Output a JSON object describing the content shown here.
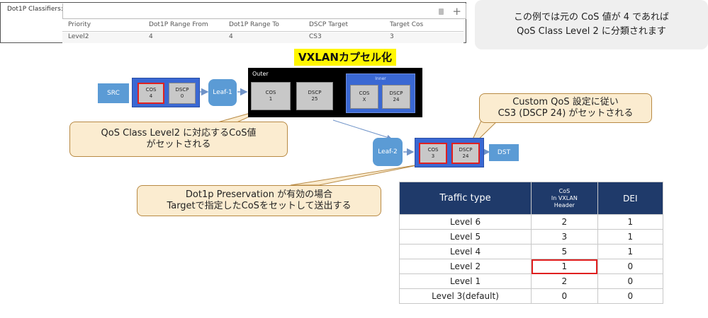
{
  "classifier_panel": {
    "title": "Dot1P Classifiers:",
    "columns": [
      "Priority",
      "Dot1P Range From",
      "Dot1P Range To",
      "DSCP Target",
      "Target Cos"
    ],
    "row": [
      "Level2",
      "4",
      "4",
      "CS3",
      "3"
    ],
    "icons": [
      "trash-icon",
      "plus-icon"
    ]
  },
  "note": {
    "line1": "この例では元の CoS 値が 4 であれば",
    "line2": "QoS Class Level 2 に分類されます"
  },
  "diagram": {
    "title": "VXLANカプセル化",
    "src_label": "SRC",
    "leaf1_label": "Leaf-1",
    "leaf2_label": "Leaf-2",
    "dst_label": "DST",
    "src_packet": {
      "cos": "COS",
      "cos_val": "4",
      "dscp": "DSCP",
      "dscp_val": "0"
    },
    "outer_label": "Outer",
    "outer_fields": {
      "cos": "COS",
      "cos_val": "1",
      "dscp": "DSCP",
      "dscp_val": "25"
    },
    "inner_label": "Inner",
    "inner_fields": {
      "cos": "COS",
      "cos_val": "X",
      "dscp": "DSCP",
      "dscp_val": "24"
    },
    "dst_packet": {
      "cos": "COS",
      "cos_val": "3",
      "dscp": "DSCP",
      "dscp_val": "24"
    },
    "colors": {
      "node": "#5b9bd5",
      "packet": "#3a68d3",
      "highlight": "#e02020",
      "title_bg": "#fff600"
    }
  },
  "callouts": {
    "custom_qos": {
      "line1": "Custom QoS 設定に従い",
      "line2": "CS3 (DSCP 24) がセットされる"
    },
    "qos_class": {
      "line1": "QoS Class Level2 に対応するCoS値",
      "line2": "がセットされる"
    },
    "preservation": {
      "line1": "Dot1p Preservation が有効の場合",
      "line2": "Targetで指定したCoSをセットして送出する"
    }
  },
  "traffic_table": {
    "headers": {
      "type": "Traffic type",
      "cos_l1": "CoS",
      "cos_l2": "In VXLAN",
      "cos_l3": "Header",
      "dei": "DEI"
    },
    "rows": [
      {
        "type": "Level 6",
        "cos": "2",
        "dei": "1"
      },
      {
        "type": "Level 5",
        "cos": "3",
        "dei": "1"
      },
      {
        "type": "Level 4",
        "cos": "5",
        "dei": "1"
      },
      {
        "type": "Level 2",
        "cos": "1",
        "dei": "0"
      },
      {
        "type": "Level 1",
        "cos": "2",
        "dei": "0"
      },
      {
        "type": "Level 3(default)",
        "cos": "0",
        "dei": "0"
      }
    ]
  }
}
